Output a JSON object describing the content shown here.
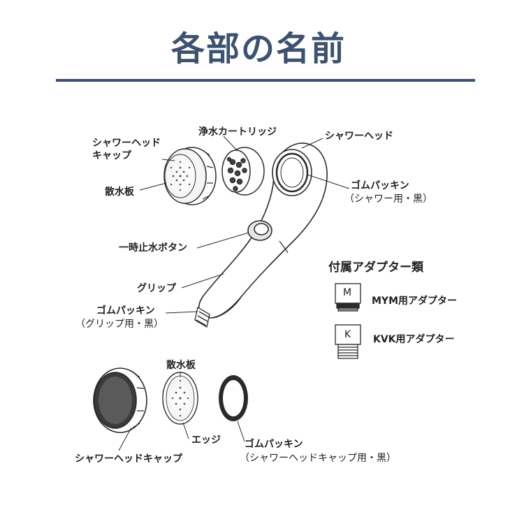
{
  "title": "各部の名前",
  "colors": {
    "title": "#3d5170",
    "rule": "#3d5170",
    "line": "#2a2a2a",
    "fill_gray": "#e6e6e6"
  },
  "labels": {
    "showerhead_cap_line1": "シャワーヘッド",
    "showerhead_cap_line2": "キャップ",
    "filter_cartridge": "浄水カートリッジ",
    "shower_head": "シャワーヘッド",
    "spray_plate_top": "散水板",
    "rubber_packing_shower_line1": "ゴムパッキン",
    "rubber_packing_shower_line2": "（シャワー用・黒）",
    "pause_button": "一時止水ボタン",
    "grip": "グリップ",
    "rubber_packing_grip_line1": "ゴムパッキン",
    "rubber_packing_grip_line2": "（グリップ用・黒）",
    "spray_plate_bottom": "散水板",
    "edge": "エッジ",
    "showerhead_cap_bottom": "シャワーヘッドキャップ",
    "rubber_packing_cap_line1": "ゴムパッキン",
    "rubber_packing_cap_line2": "（シャワーヘッドキャップ用・黒）"
  },
  "adapters": {
    "heading": "付属アダプター類",
    "items": [
      {
        "letter": "M",
        "label": "MYM用アダプター"
      },
      {
        "letter": "K",
        "label": "KVK用アダプター"
      }
    ]
  }
}
